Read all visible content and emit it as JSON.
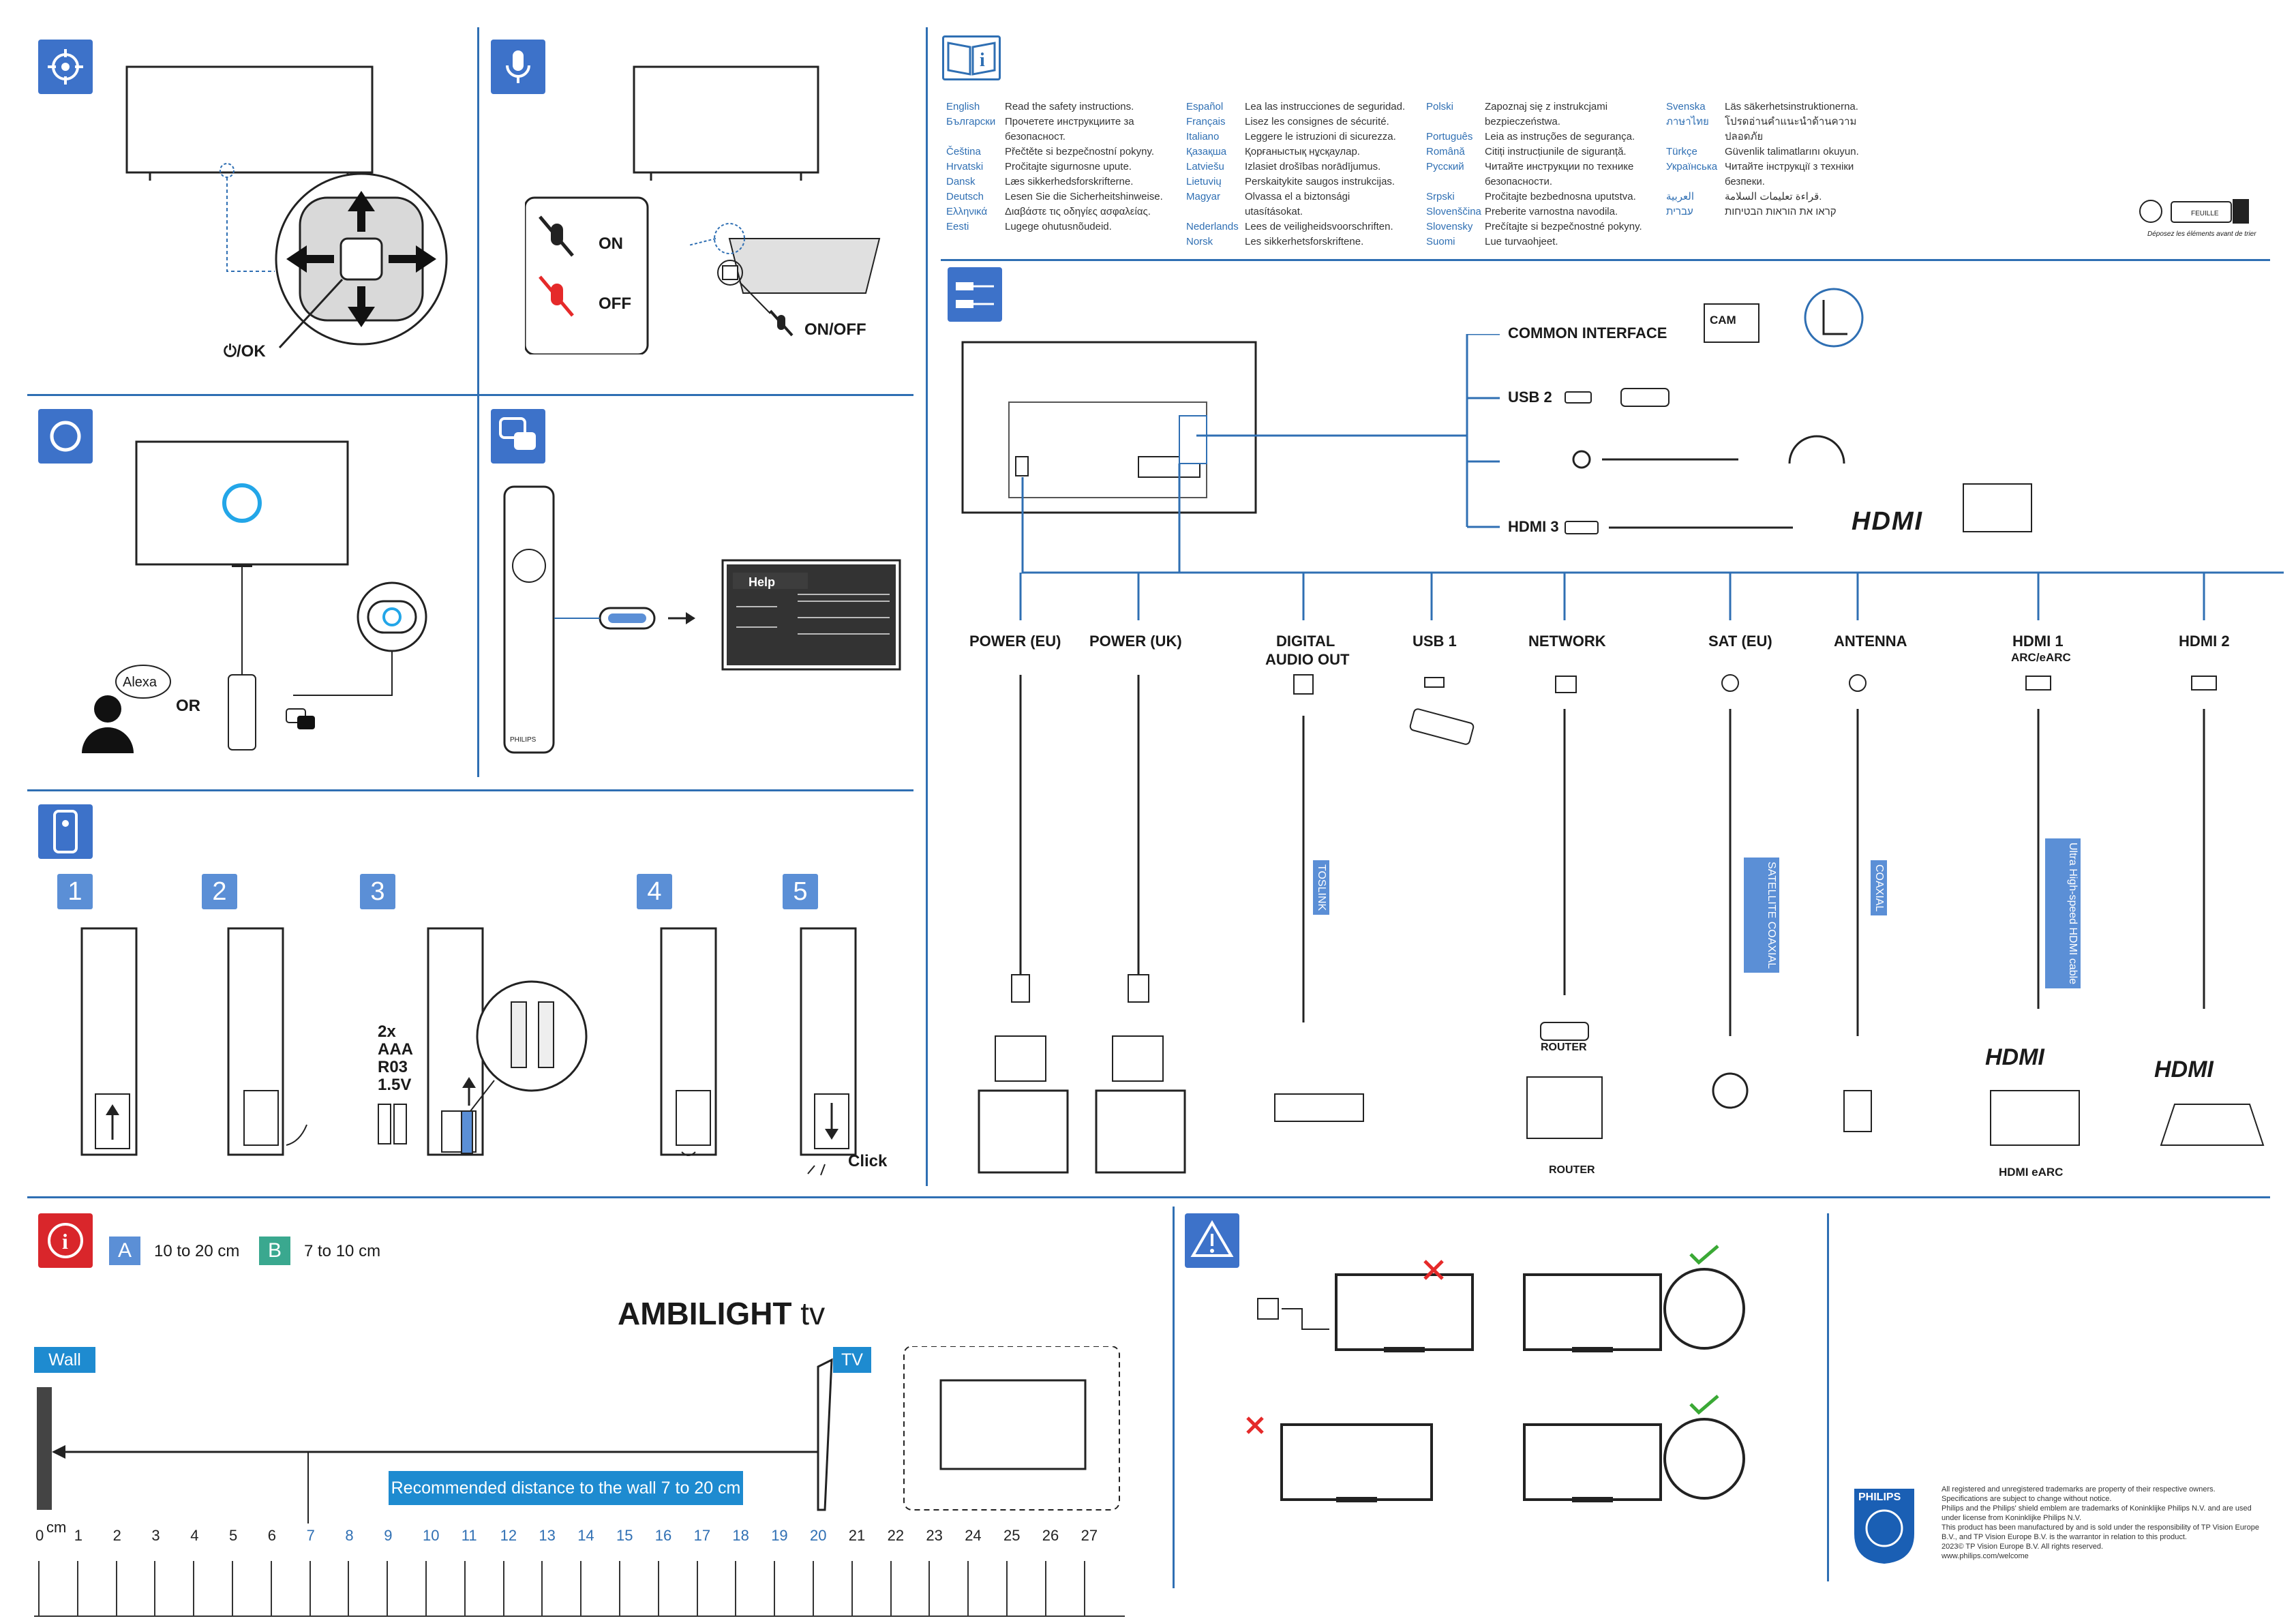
{
  "section_setup": {
    "power_ok_label": "⏻/OK",
    "mic_on": "ON",
    "mic_off": "OFF",
    "mic_onoff": "ON/OFF",
    "alexa_speech": "Alexa",
    "or": "OR",
    "help_title": "Help",
    "remote_brand": "PHILIPS"
  },
  "safety_languages": [
    {
      "lang": "English",
      "text": "Read the safety instructions."
    },
    {
      "lang": "Български",
      "text": "Прочетете инструкциите за безопасност."
    },
    {
      "lang": "Čeština",
      "text": "Přečtěte si bezpečnostní pokyny."
    },
    {
      "lang": "Hrvatski",
      "text": "Pročitajte sigurnosne upute."
    },
    {
      "lang": "Dansk",
      "text": "Læs sikkerhedsforskrifterne."
    },
    {
      "lang": "Deutsch",
      "text": "Lesen Sie die Sicherheitshinweise."
    },
    {
      "lang": "Ελληνικά",
      "text": "Διαβάστε τις οδηγίες ασφαλείας."
    },
    {
      "lang": "Eesti",
      "text": "Lugege ohutusnõudeid."
    },
    {
      "lang": "Español",
      "text": "Lea las instrucciones de seguridad."
    },
    {
      "lang": "Français",
      "text": "Lisez les consignes de sécurité."
    },
    {
      "lang": "Italiano",
      "text": "Leggere le istruzioni di sicurezza."
    },
    {
      "lang": "Қазақша",
      "text": "Қорғаныстық нұсқаулар."
    },
    {
      "lang": "Latviešu",
      "text": "Izlasiet drošības norādījumus."
    },
    {
      "lang": "Lietuvių",
      "text": "Perskaitykite saugos instrukcijas."
    },
    {
      "lang": "Magyar",
      "text": "Olvassa el a biztonsági utasításokat."
    },
    {
      "lang": "Nederlands",
      "text": "Lees de veiligheidsvoorschriften."
    },
    {
      "lang": "Norsk",
      "text": "Les sikkerhetsforskriftene."
    },
    {
      "lang": "Polski",
      "text": "Zapoznaj się z instrukcjami bezpieczeństwa."
    },
    {
      "lang": "Português",
      "text": "Leia as instruções de segurança."
    },
    {
      "lang": "Română",
      "text": "Citiți instrucțiunile de siguranță."
    },
    {
      "lang": "Русский",
      "text": "Читайте инструкции по технике безопасности."
    },
    {
      "lang": "Srpski",
      "text": "Pročitajte bezbednosna uputstva."
    },
    {
      "lang": "Slovenščina",
      "text": "Preberite varnostna navodila."
    },
    {
      "lang": "Slovensky",
      "text": "Prečítajte si bezpečnostné pokyny."
    },
    {
      "lang": "Suomi",
      "text": "Lue turvaohjeet."
    },
    {
      "lang": "Svenska",
      "text": "Läs säkerhetsinstruktionerna."
    },
    {
      "lang": "ภาษาไทย",
      "text": "โปรดอ่านคำแนะนำด้านความปลอดภัย"
    },
    {
      "lang": "Türkçe",
      "text": "Güvenlik talimatlarını okuyun."
    },
    {
      "lang": "Українська",
      "text": "Читайте інструкції з техніки безпеки."
    },
    {
      "lang": "العربية",
      "text": "قراءة تعليمات السلامة."
    },
    {
      "lang": "עברית",
      "text": "קראו את הוראות הבטיחות"
    }
  ],
  "recycle_note": "Déposez les éléments avant de trier",
  "recycle_label": "FEUILLE",
  "connections_right": {
    "common_interface": "COMMON INTERFACE",
    "cam": "CAM",
    "usb2": "USB 2",
    "hdmi3": "HDMI 3"
  },
  "connections_bottom": [
    {
      "label": "POWER (EU)",
      "sub": ""
    },
    {
      "label": "POWER (UK)",
      "sub": ""
    },
    {
      "label": "DIGITAL",
      "sub": "AUDIO OUT"
    },
    {
      "label": "USB 1",
      "sub": ""
    },
    {
      "label": "NETWORK",
      "sub": ""
    },
    {
      "label": "SAT (EU)",
      "sub": ""
    },
    {
      "label": "ANTENNA",
      "sub": ""
    },
    {
      "label": "HDMI 1",
      "sub": "ARC/eARC"
    },
    {
      "label": "HDMI 2",
      "sub": ""
    }
  ],
  "cable_labels": {
    "toslink": "TOSLINK",
    "satellite": "SATELLITE COAXIAL",
    "coaxial": "COAXIAL",
    "hdmi_cable": "Ultra High-speed HDMI cable",
    "router": "ROUTER",
    "router2": "ROUTER",
    "hdmi_earc": "HDMI eARC"
  },
  "hdmi_logo": "HDMI",
  "battery": {
    "steps": [
      "1",
      "2",
      "3",
      "4",
      "5"
    ],
    "spec_line1": "2x",
    "spec_line2": "AAA",
    "spec_line3": "R03",
    "spec_line4": "1.5V",
    "click": "Click"
  },
  "wall_mount": {
    "A_tag": "A",
    "A_text": "10 to 20 cm",
    "B_tag": "B",
    "B_text": "7 to 10 cm",
    "title": "AMBILIGHT",
    "title_suffix": "tv",
    "wall": "Wall",
    "tv": "TV",
    "recommendation": "Recommended distance to the wall 7 to 20 cm",
    "unit": "cm",
    "ruler": [
      "0",
      "1",
      "2",
      "3",
      "4",
      "5",
      "6",
      "7",
      "8",
      "9",
      "10",
      "11",
      "12",
      "13",
      "14",
      "15",
      "16",
      "17",
      "18",
      "19",
      "20",
      "21",
      "22",
      "23",
      "24",
      "25",
      "26",
      "27"
    ]
  },
  "legal": [
    "All registered and unregistered trademarks are property of their respective owners.",
    "Specifications are subject to change without notice.",
    "Philips and the Philips' shield emblem are trademarks of Koninklijke Philips N.V. and are used under license from Koninklijke Philips N.V.",
    "This product has been manufactured by and is sold under the responsibility of TP Vision Europe B.V., and TP Vision Europe B.V. is the warrantor in relation to this product.",
    "2023© TP Vision Europe B.V. All rights reserved.",
    "www.philips.com/welcome"
  ],
  "brand": "PHILIPS",
  "colors": {
    "accent": "#3d72c9",
    "line": "#2f6fb3",
    "warning": "#d9262b",
    "ok": "#3aa935",
    "pill": "#1e8bd0"
  }
}
